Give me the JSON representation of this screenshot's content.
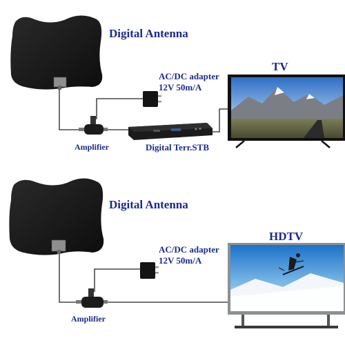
{
  "colors": {
    "label_text": "#1a2a8c",
    "antenna": "#161616",
    "cable": "#222222",
    "device": "#1c1c1c"
  },
  "top": {
    "antenna_label": "Digital Antenna",
    "adapter_label_line1": "AC/DC adapter",
    "adapter_label_line2": "12V 50m/A",
    "tv_label": "TV",
    "amplifier_label": "Amplifier",
    "stb_label": "Digital Terr.STB"
  },
  "bottom": {
    "antenna_label": "Digital Antenna",
    "adapter_label_line1": "AC/DC adapter",
    "adapter_label_line2": "12V 50m/A",
    "tv_label": "HDTV",
    "amplifier_label": "Amplifier"
  },
  "icons": {
    "antenna": "flat-antenna-icon",
    "adapter": "power-adapter-icon",
    "amplifier": "amplifier-icon",
    "stb": "set-top-box-icon",
    "tv": "television-icon"
  }
}
